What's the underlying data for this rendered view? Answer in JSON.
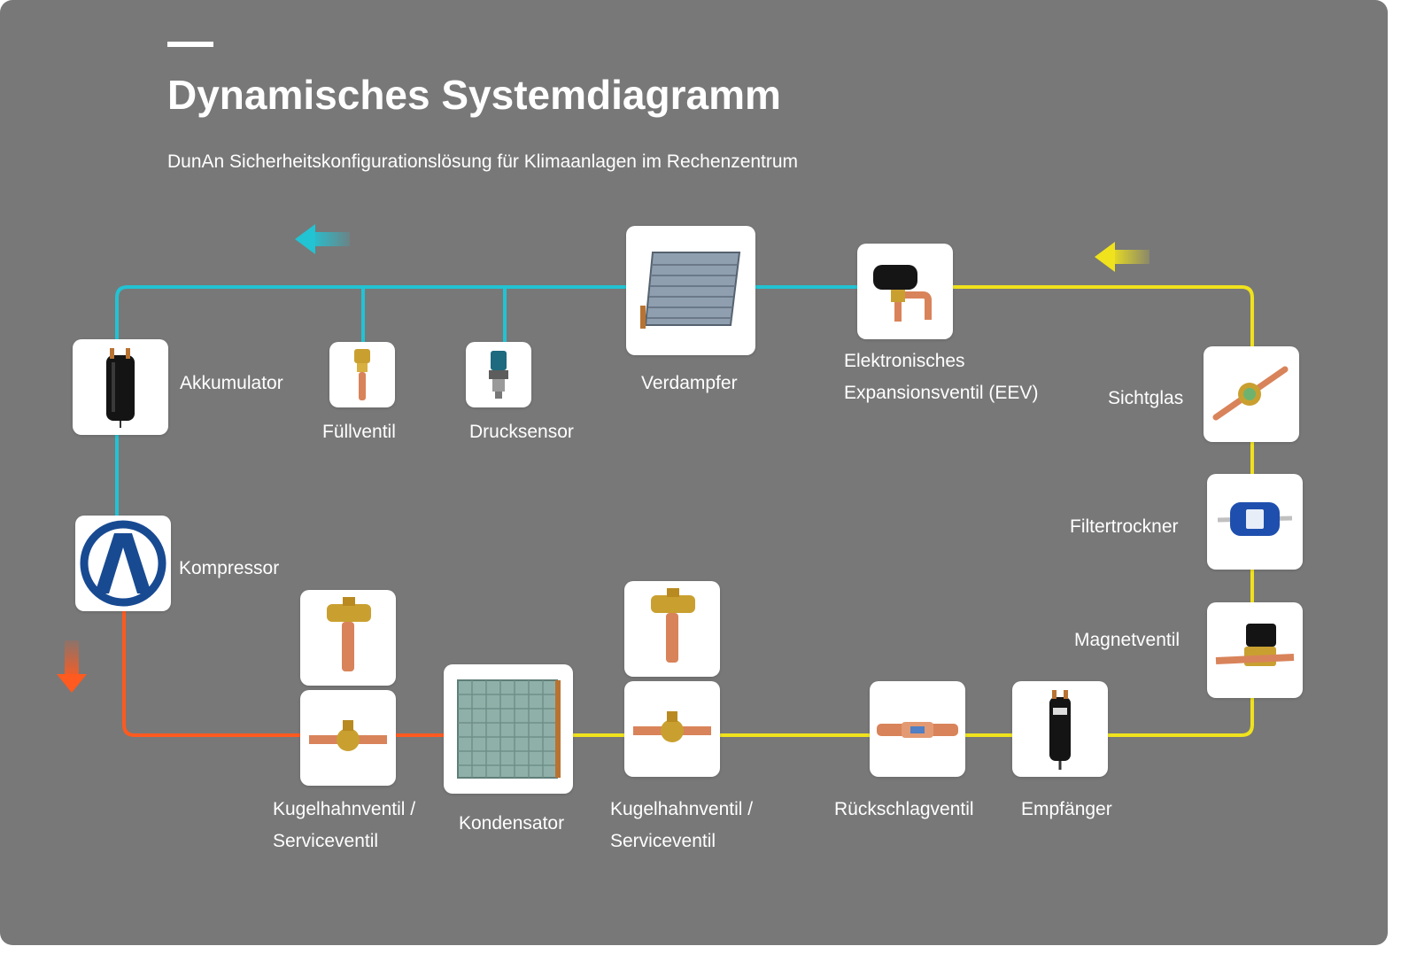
{
  "header": {
    "title": "Dynamisches Systemdiagramm",
    "subtitle": "DunAn Sicherheitskonfigurationslösung für Klimaanlagen im Rechenzentrum"
  },
  "colors": {
    "background": "#787878",
    "suction_line": "#22c3d3",
    "liquid_line": "#f0e21c",
    "discharge_line": "#ff5a1f",
    "card": "#ffffff",
    "text": "#ffffff"
  },
  "flow_arrows": [
    {
      "line": "suction",
      "direction": "left"
    },
    {
      "line": "liquid",
      "direction": "left"
    },
    {
      "line": "discharge",
      "direction": "down"
    }
  ],
  "components": {
    "akkumulator": {
      "label": "Akkumulator",
      "icon": "accumulator-icon"
    },
    "fuellventil": {
      "label": "Füllventil",
      "icon": "charging-valve-icon"
    },
    "drucksensor": {
      "label": "Drucksensor",
      "icon": "pressure-sensor-icon"
    },
    "verdampfer": {
      "label": "Verdampfer",
      "icon": "evaporator-icon"
    },
    "eev": {
      "label_line1": "Elektronisches",
      "label_line2": "Expansionsventil (EEV)",
      "icon": "expansion-valve-icon"
    },
    "sichtglas": {
      "label": "Sichtglas",
      "icon": "sight-glass-icon"
    },
    "filtertrockner": {
      "label": "Filtertrockner",
      "icon": "filter-drier-icon"
    },
    "magnetventil": {
      "label": "Magnetventil",
      "icon": "solenoid-valve-icon"
    },
    "kompressor": {
      "label": "Kompressor",
      "icon": "compressor-logo-icon"
    },
    "kugelhahn_left": {
      "label_line1": "Kugelhahnventil /",
      "label_line2": "Serviceventil",
      "icon_top": "service-valve-icon",
      "icon_bottom": "ball-valve-icon"
    },
    "kondensator": {
      "label": "Kondensator",
      "icon": "condenser-icon"
    },
    "kugelhahn_right": {
      "label_line1": "Kugelhahnventil /",
      "label_line2": "Serviceventil",
      "icon_top": "service-valve-icon",
      "icon_bottom": "ball-valve-icon"
    },
    "rueckschlagventil": {
      "label": "Rückschlagventil",
      "icon": "check-valve-icon"
    },
    "empfaenger": {
      "label": "Empfänger",
      "icon": "receiver-icon"
    }
  }
}
